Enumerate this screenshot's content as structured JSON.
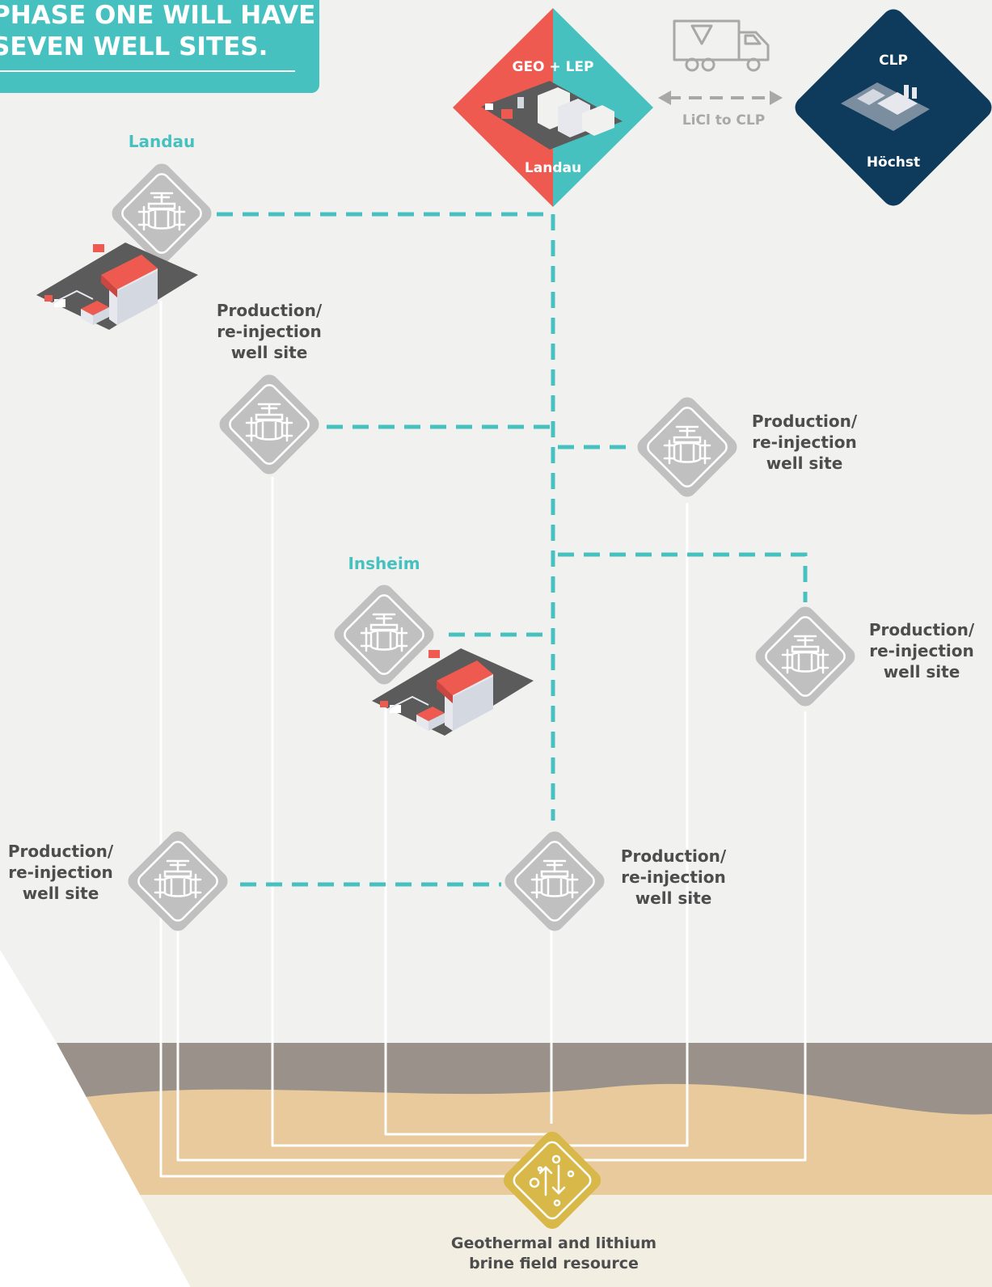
{
  "banner": {
    "line1": "PHASE ONE WILL HAVE",
    "line2": "SEVEN WELL SITES."
  },
  "hub": {
    "top": "GEO + LEP",
    "bottom": "Landau"
  },
  "clp": {
    "top": "CLP",
    "bottom": "Höchst"
  },
  "transport": {
    "label": "LiCl to CLP"
  },
  "places": {
    "landau": "Landau",
    "insheim": "Insheim"
  },
  "well_label": {
    "line1": "Production/",
    "line2": "re-injection",
    "line3": "well site"
  },
  "resource": {
    "line1": "Geothermal and lithium",
    "line2": "brine field resource"
  },
  "colors": {
    "teal": "#47c1bf",
    "coral": "#ef5a50",
    "navy": "#0e3a5c",
    "valve_grey": "#c0c0c0",
    "soil_dark": "#9a928a",
    "soil_light": "#e8ca9d",
    "soil_pale": "#f2eee2",
    "gold": "#d9b84a"
  },
  "icons": [
    "valve-icon",
    "truck-icon",
    "factory-icon",
    "brine-icon"
  ]
}
